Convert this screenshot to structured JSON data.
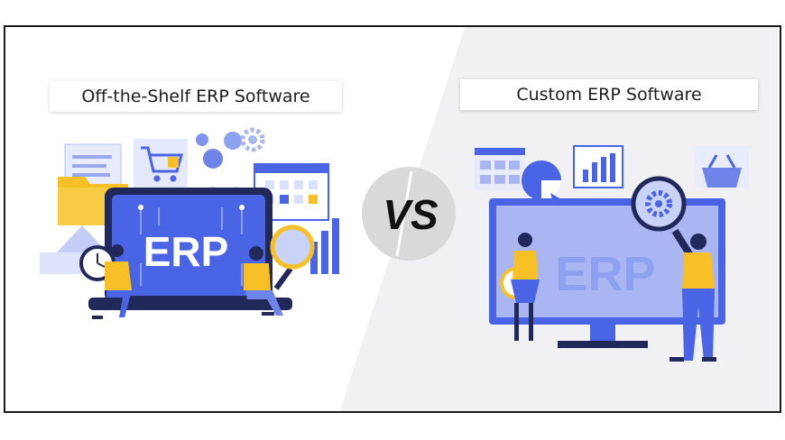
{
  "left": {
    "title": "Off-the-Shelf ERP Software",
    "screen_text": "ERP"
  },
  "right": {
    "title": "Custom ERP Software",
    "screen_text": "ERP"
  },
  "center": {
    "vs_text": "VS"
  },
  "colors": {
    "primary_blue": "#4a64e6",
    "light_blue": "#a9b6f2",
    "yellow": "#f6c026",
    "dark_navy": "#20295a",
    "vs_circle": "#d9d9d9"
  },
  "icons": [
    "document-icon",
    "folder-icon",
    "shopping-cart-icon",
    "users-icon",
    "gear-icon",
    "calendar-icon",
    "envelope-icon",
    "clock-icon",
    "magnifier-icon",
    "bar-chart-icon",
    "pie-chart-icon",
    "basket-icon"
  ]
}
